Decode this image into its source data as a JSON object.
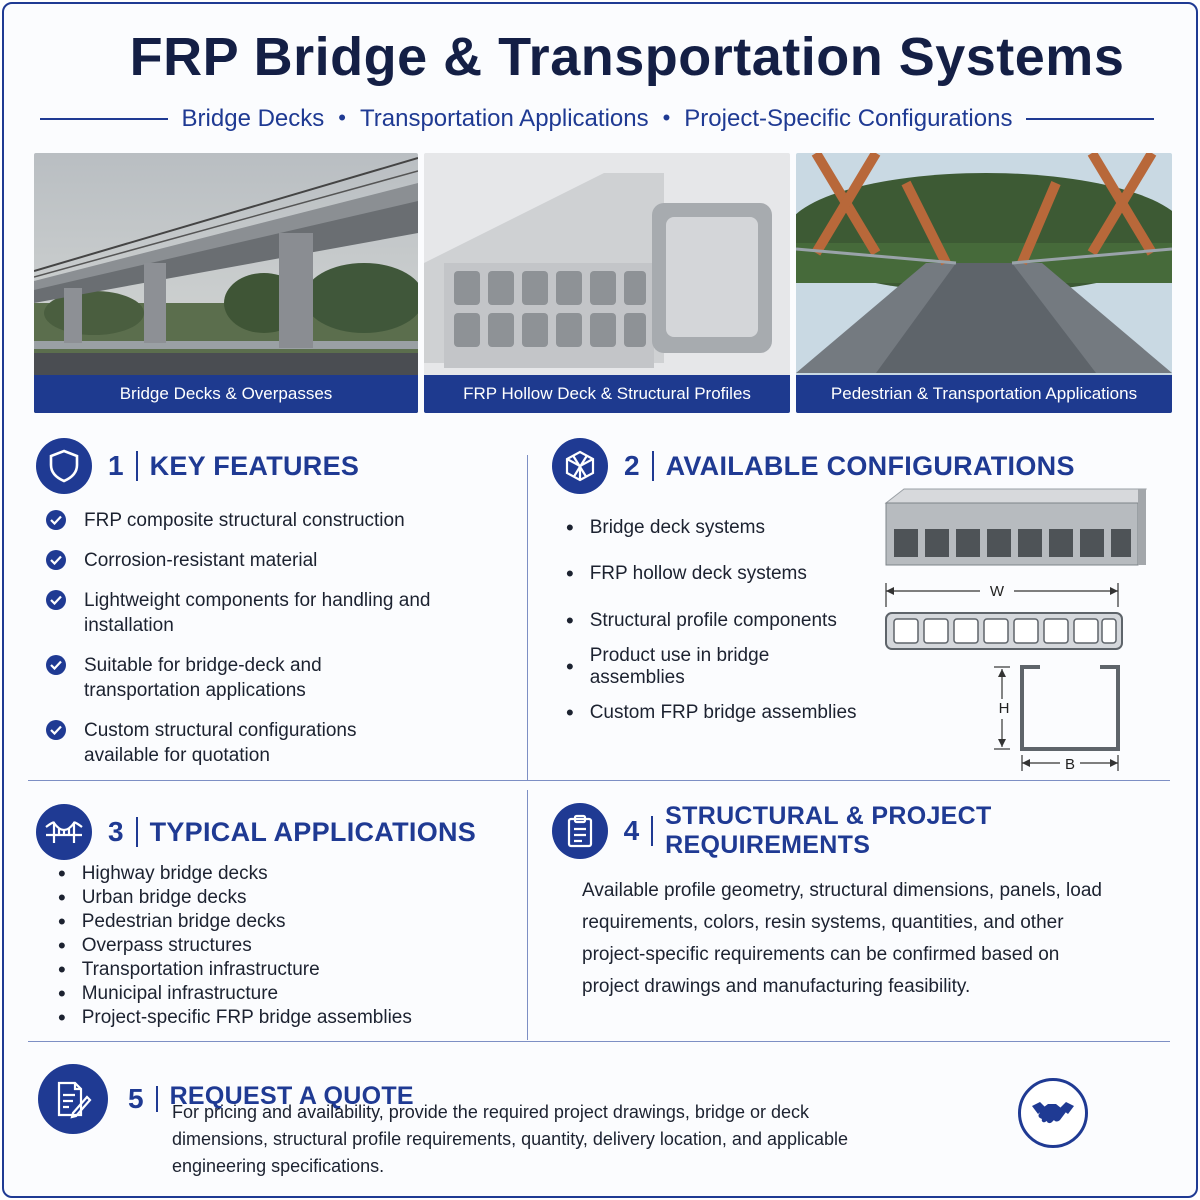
{
  "header": {
    "title": "FRP Bridge & Transportation Systems",
    "subtitle_items": [
      "Bridge Decks",
      "Transportation Applications",
      "Project-Specific Configurations"
    ],
    "separator": "•"
  },
  "photos": [
    {
      "caption": "Bridge Decks & Overpasses"
    },
    {
      "caption": "FRP Hollow Deck & Structural Profiles"
    },
    {
      "caption": "Pedestrian & Transportation Applications"
    }
  ],
  "sections": {
    "key_features": {
      "number": "1",
      "title": "KEY FEATURES",
      "items": [
        "FRP composite structural construction",
        "Corrosion-resistant material",
        "Lightweight components for handling and installation",
        "Suitable for bridge-deck and transportation applications",
        "Custom structural configurations available for quotation"
      ]
    },
    "configurations": {
      "number": "2",
      "title": "AVAILABLE CONFIGURATIONS",
      "items": [
        "Bridge deck systems",
        "FRP hollow deck systems",
        "Structural profile components",
        "Product use in bridge assemblies",
        "Custom FRP bridge assemblies"
      ],
      "dim_labels": {
        "w": "W",
        "h": "H",
        "b": "B"
      }
    },
    "applications": {
      "number": "3",
      "title": "TYPICAL APPLICATIONS",
      "items": [
        "Highway bridge decks",
        "Urban bridge decks",
        "Pedestrian bridge decks",
        "Overpass structures",
        "Transportation infrastructure",
        "Municipal infrastructure",
        "Project-specific FRP bridge assemblies"
      ]
    },
    "requirements": {
      "number": "4",
      "title": "STRUCTURAL & PROJECT REQUIREMENTS",
      "lines": [
        "Available profile geometry, structural dimensions, panels, load",
        "requirements, colors, resin systems, quantities, and other",
        "project-specific requirements can be confirmed based on",
        "project drawings and manufacturing feasibility."
      ]
    },
    "quote": {
      "number": "5",
      "title": "REQUEST A QUOTE",
      "lines": [
        "For pricing and availability, provide the required project drawings, bridge or deck",
        "dimensions, structural profile requirements, quantity, delivery location, and applicable",
        "engineering specifications."
      ]
    }
  },
  "colors": {
    "primary": "#1f3a93",
    "title": "#141f45",
    "caption_bg": "#1e3a8f"
  },
  "icons": [
    "shield-icon",
    "cube-icon",
    "bridge-icon",
    "clipboard-icon",
    "document-pen-icon",
    "handshake-icon",
    "check-icon"
  ]
}
